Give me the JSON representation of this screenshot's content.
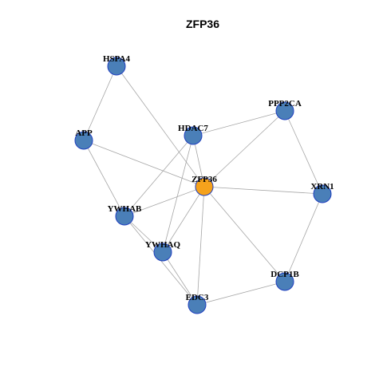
{
  "title": "ZFP36",
  "colors": {
    "hub": "#f5a21c",
    "node": "#4a7fb8",
    "node_border": "#1f3fbf",
    "edge": "#a6a6a6"
  },
  "nodes": [
    {
      "id": "ZFP36",
      "label": "ZFP36",
      "role": "hub"
    },
    {
      "id": "HSPA4",
      "label": "HSPA4",
      "role": "neighbor"
    },
    {
      "id": "APP",
      "label": "APP",
      "role": "neighbor"
    },
    {
      "id": "HDAC7",
      "label": "HDAC7",
      "role": "neighbor"
    },
    {
      "id": "PPP2CA",
      "label": "PPP2CA",
      "role": "neighbor"
    },
    {
      "id": "XRN1",
      "label": "XRN1",
      "role": "neighbor"
    },
    {
      "id": "YWHAB",
      "label": "YWHAB",
      "role": "neighbor"
    },
    {
      "id": "YWHAQ",
      "label": "YWHAQ",
      "role": "neighbor"
    },
    {
      "id": "DCP1B",
      "label": "DCP1B",
      "role": "neighbor"
    },
    {
      "id": "EDC3",
      "label": "EDC3",
      "role": "neighbor"
    }
  ],
  "edges": [
    [
      "HSPA4",
      "APP"
    ],
    [
      "HSPA4",
      "ZFP36"
    ],
    [
      "APP",
      "ZFP36"
    ],
    [
      "APP",
      "YWHAB"
    ],
    [
      "HDAC7",
      "PPP2CA"
    ],
    [
      "HDAC7",
      "ZFP36"
    ],
    [
      "HDAC7",
      "YWHAB"
    ],
    [
      "HDAC7",
      "YWHAQ"
    ],
    [
      "PPP2CA",
      "ZFP36"
    ],
    [
      "PPP2CA",
      "XRN1"
    ],
    [
      "ZFP36",
      "XRN1"
    ],
    [
      "ZFP36",
      "YWHAB"
    ],
    [
      "ZFP36",
      "YWHAQ"
    ],
    [
      "ZFP36",
      "DCP1B"
    ],
    [
      "ZFP36",
      "EDC3"
    ],
    [
      "XRN1",
      "DCP1B"
    ],
    [
      "YWHAB",
      "YWHAQ"
    ],
    [
      "YWHAB",
      "EDC3"
    ],
    [
      "YWHAQ",
      "EDC3"
    ],
    [
      "DCP1B",
      "EDC3"
    ]
  ]
}
